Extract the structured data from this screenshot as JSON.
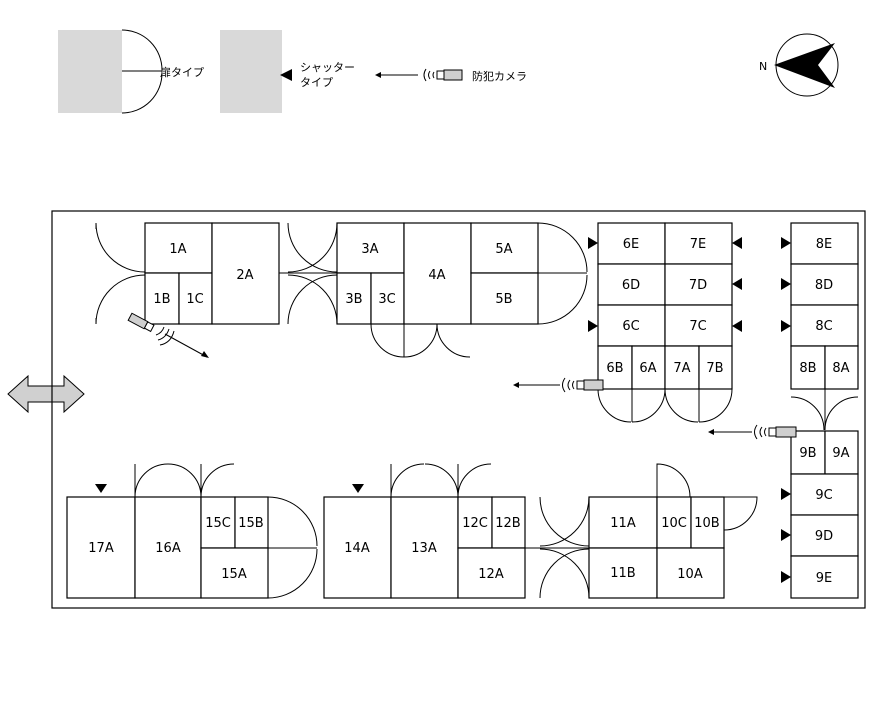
{
  "legend": {
    "door_label": "扉タイプ",
    "shutter_label_1": "シャッター",
    "shutter_label_2": "タイプ",
    "camera_label": "防犯カメラ"
  },
  "compass": {
    "letter": "N"
  },
  "colors": {
    "legend_fill": "#d9d9d9",
    "entrance_fill": "#d0d0d0",
    "line": "#000000"
  },
  "units": {
    "u1A": "1A",
    "u1B": "1B",
    "u1C": "1C",
    "u2A": "2A",
    "u3A": "3A",
    "u3B": "3B",
    "u3C": "3C",
    "u4A": "4A",
    "u5A": "5A",
    "u5B": "5B",
    "u6E": "6E",
    "u6D": "6D",
    "u6C": "6C",
    "u6B": "6B",
    "u6A": "6A",
    "u7E": "7E",
    "u7D": "7D",
    "u7C": "7C",
    "u7A": "7A",
    "u7B": "7B",
    "u8E": "8E",
    "u8D": "8D",
    "u8C": "8C",
    "u8B": "8B",
    "u8A": "8A",
    "u9B": "9B",
    "u9A": "9A",
    "u9C": "9C",
    "u9D": "9D",
    "u9E": "9E",
    "u17A": "17A",
    "u16A": "16A",
    "u15C": "15C",
    "u15B": "15B",
    "u15A": "15A",
    "u14A": "14A",
    "u13A": "13A",
    "u12C": "12C",
    "u12B": "12B",
    "u12A": "12A",
    "u11A": "11A",
    "u11B": "11B",
    "u10C": "10C",
    "u10B": "10B",
    "u10A": "10A"
  }
}
